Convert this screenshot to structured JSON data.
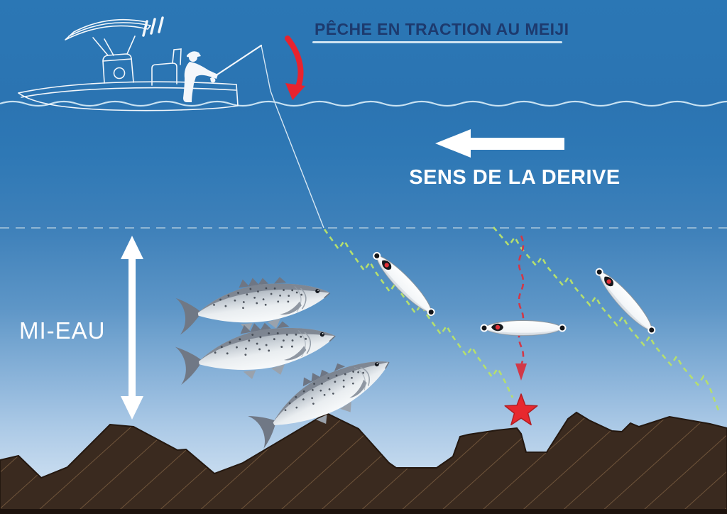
{
  "scene": {
    "title": "PÊCHE EN TRACTION AU MEIJI",
    "drift": {
      "label": "SENS DE LA DERIVE",
      "direction": "left"
    },
    "depth_zone": {
      "label": "MI-EAU"
    },
    "objects": {
      "boat": "center-console boat with fisherman jigging",
      "fish_count": 3,
      "jig_count": 3,
      "jig_trajectory_count": 2,
      "strike_marker": "red star on seabed"
    },
    "colors": {
      "sea_top": "#2b77b5",
      "sea_bottom": "#d5e3f2",
      "seafloor_brown": "#3a2a1f",
      "hatch_brown": "#6f543a",
      "trajectory_green": "#b5df6e",
      "action_red": "#e8232e",
      "drop_path_red": "#d23848",
      "title_navy": "#1d3a6e",
      "white": "#ffffff"
    }
  }
}
